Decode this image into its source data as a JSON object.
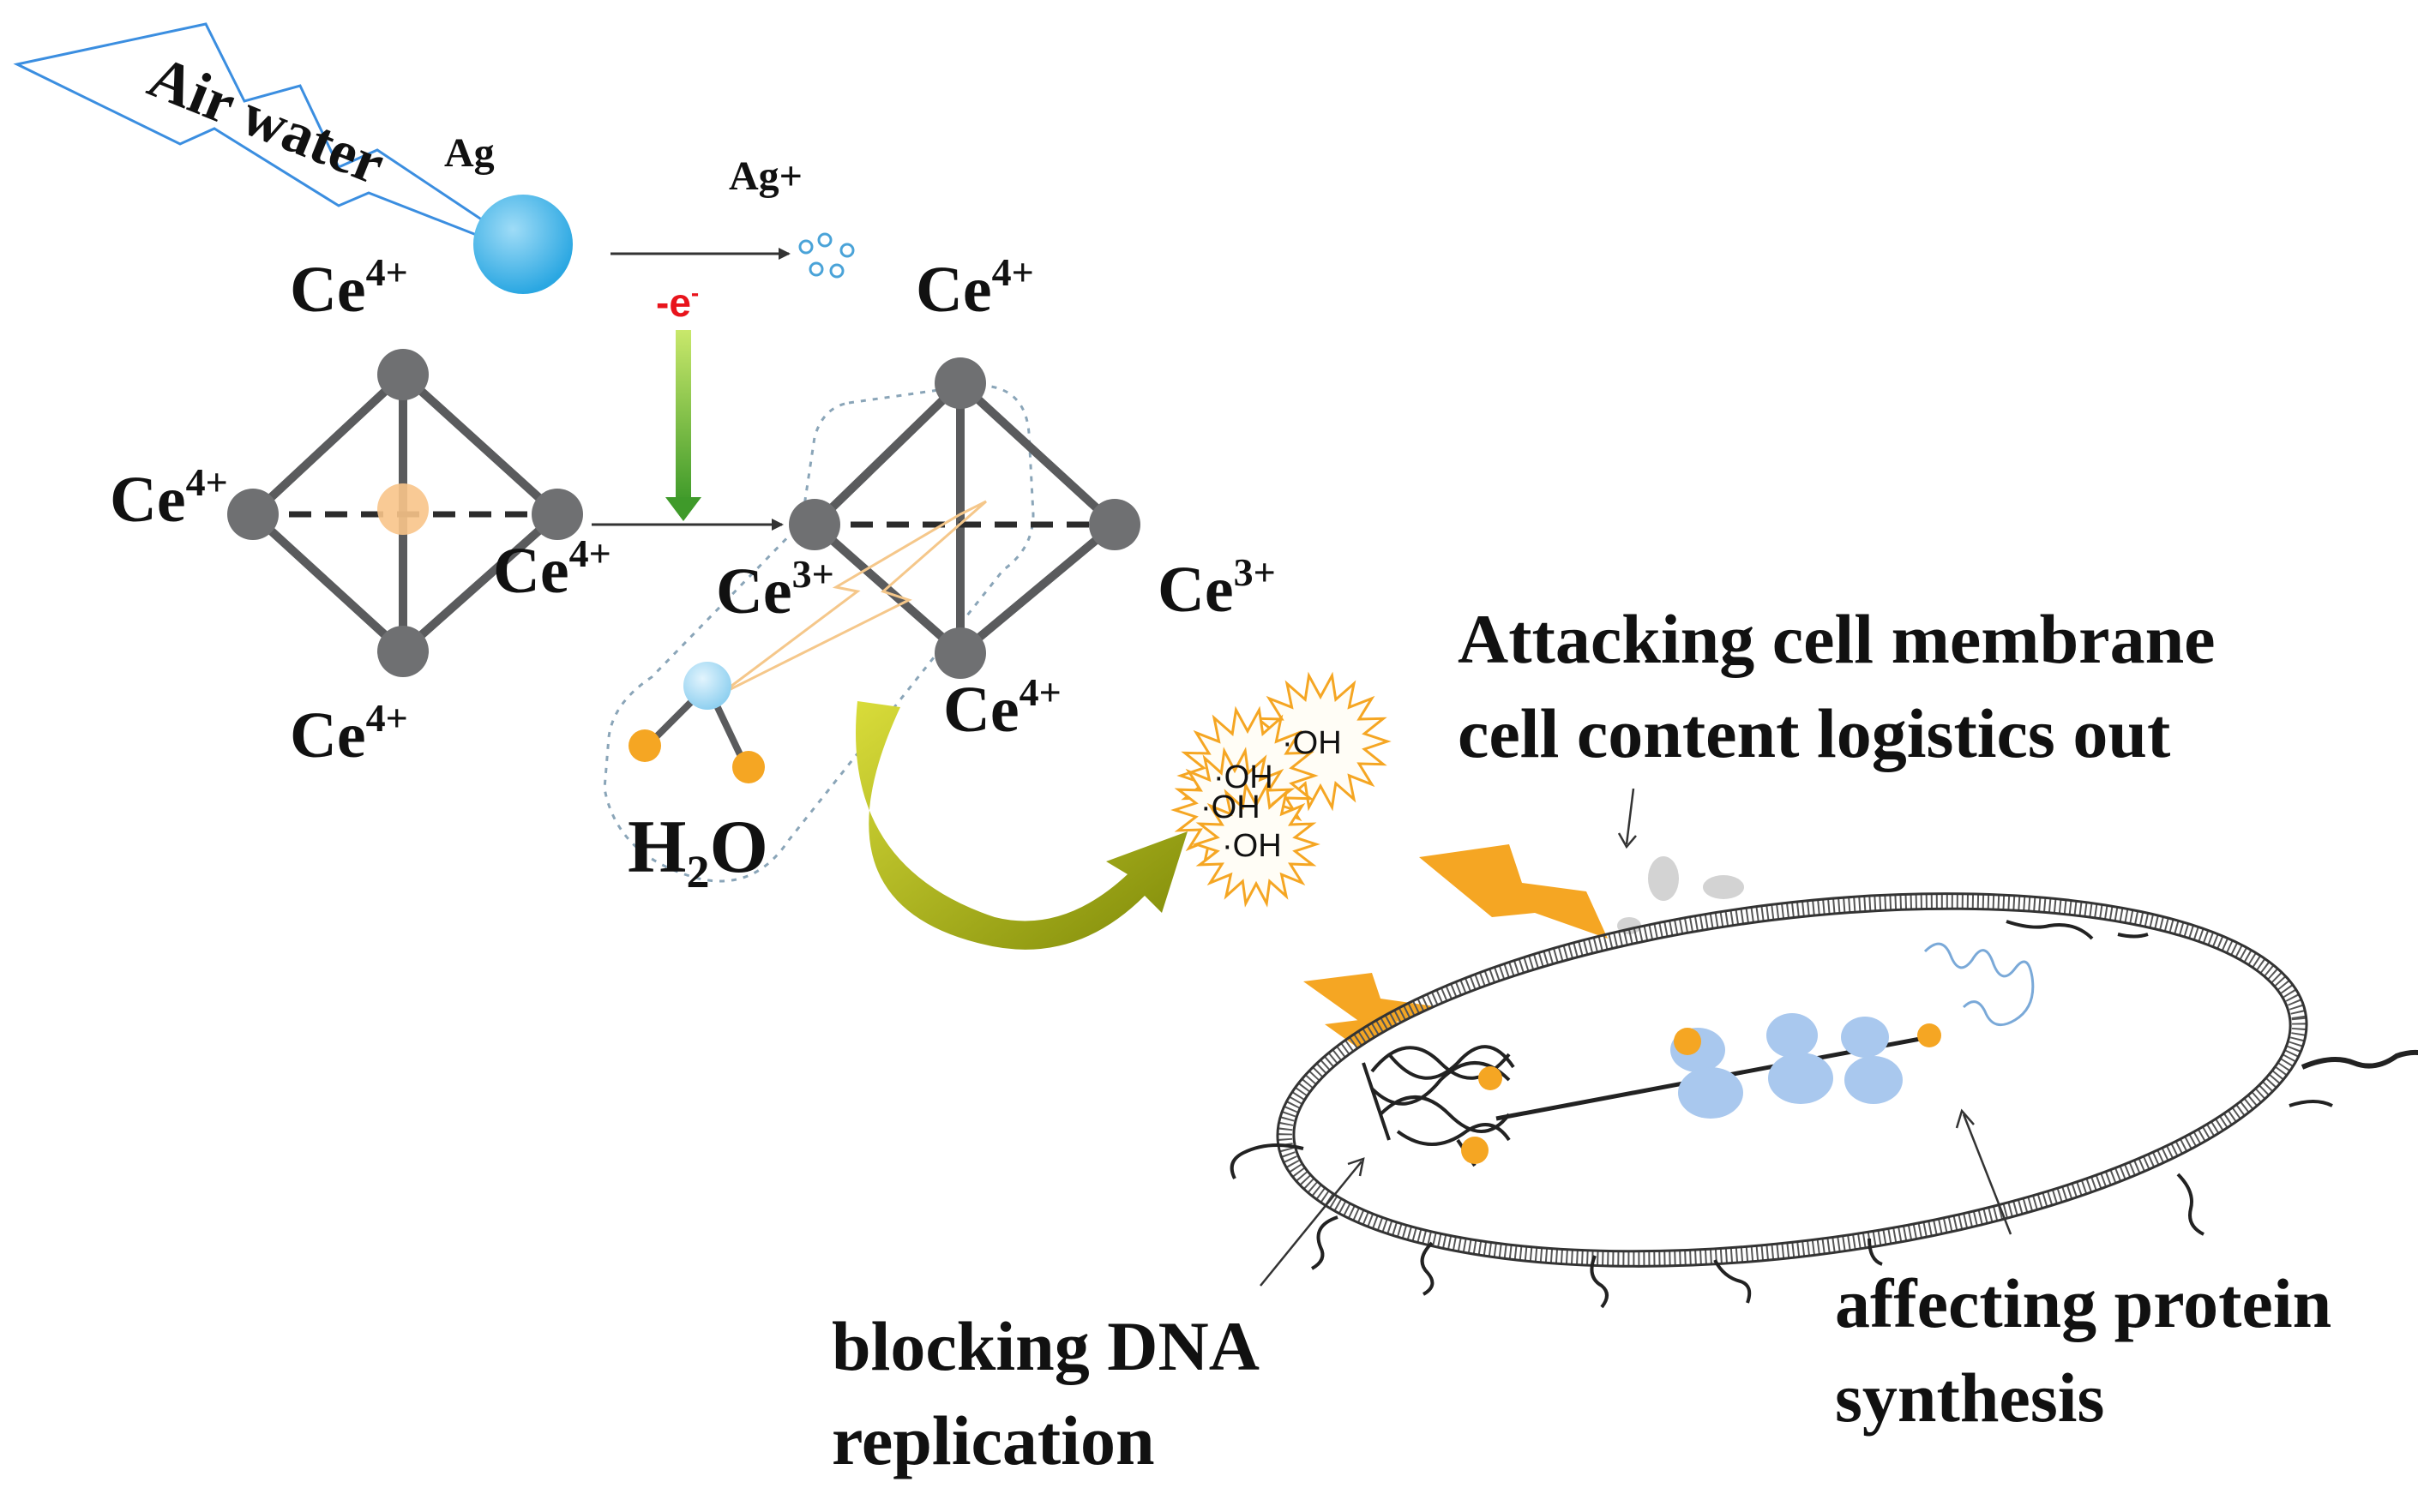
{
  "diagram": {
    "bolt_label": "Air water",
    "ag_label": "Ag",
    "ag_plus_label": "Ag+",
    "electron_label": "-e",
    "electron_sup": "-",
    "ce_symbol": "Ce",
    "charge_4": "4+",
    "charge_3": "3+",
    "water_main": "H",
    "water_sub": "2",
    "water_end": "O",
    "hydroxyl": [
      "·OH",
      "·OH",
      "·OH",
      "·OH"
    ],
    "membrane_line1": "Attacking cell membrane",
    "membrane_line2": "cell content logistics out",
    "dna_line1": "blocking DNA",
    "dna_line2": "replication",
    "protein_line1": "affecting protein",
    "protein_line2": "synthesis"
  },
  "colors": {
    "node_gray": "#6f7072",
    "edge_gray": "#5a5b5d",
    "silver_blue": "#3cb4e8",
    "bolt_blue": "#3b8ee0",
    "orange": "#f5a623",
    "green_arrow": "#58a832",
    "olive_arrow": "#9aa20a",
    "protein_blue": "#a9c8ee",
    "electron_red": "#e8141c"
  }
}
